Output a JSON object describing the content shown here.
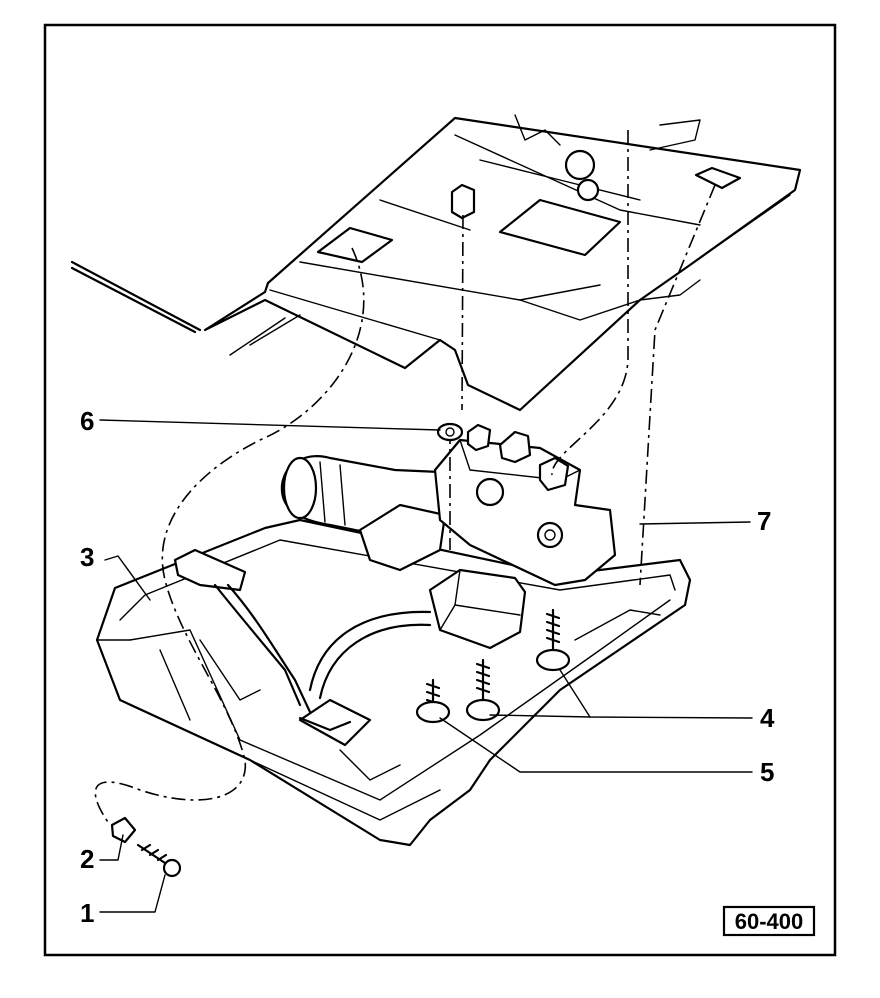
{
  "diagram": {
    "figure_code": "60-400",
    "callouts": [
      "1",
      "2",
      "3",
      "4",
      "5",
      "6",
      "7"
    ]
  }
}
